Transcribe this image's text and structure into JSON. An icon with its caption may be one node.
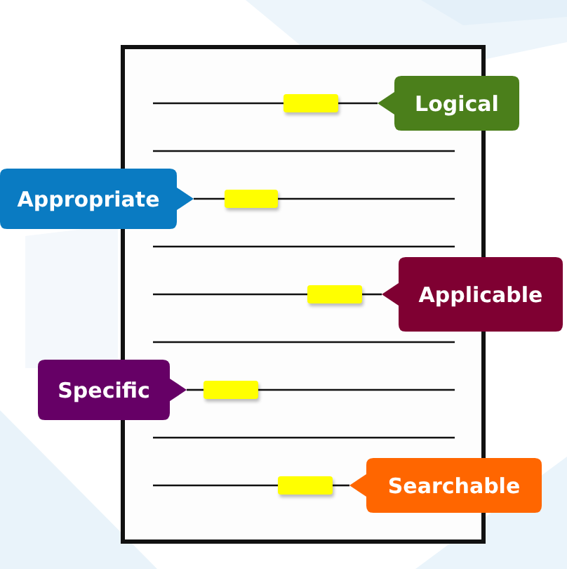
{
  "diagram": {
    "nodes": [
      {
        "text": [],
        "shape": "box"
      },
      {
        "text": [],
        "shape": "bar",
        "in": 0
      },
      {
        "text": [
          "Logical"
        ]
      },
      {
        "text": [
          "Appropriate"
        ]
      },
      {
        "text": [],
        "shape": "bar",
        "in": 0
      },
      {
        "text": [],
        "shape": "bar",
        "in": 0
      },
      {
        "text": [
          "Applicable"
        ]
      },
      {
        "text": [
          "Specific"
        ]
      },
      {
        "text": [],
        "shape": "bar",
        "in": 0
      },
      {
        "text": [],
        "shape": "bar",
        "in": 0
      },
      {
        "text": [
          "Searchable"
        ]
      }
    ],
    "edges": [
      {
        "from": 2,
        "to": 1,
        "arrow": "none"
      },
      {
        "from": 3,
        "to": 4,
        "arrow": "none"
      },
      {
        "from": 6,
        "to": 5,
        "arrow": "none"
      },
      {
        "from": 7,
        "to": 8,
        "arrow": "none"
      },
      {
        "from": 10,
        "to": 9,
        "arrow": "none"
      }
    ]
  }
}
